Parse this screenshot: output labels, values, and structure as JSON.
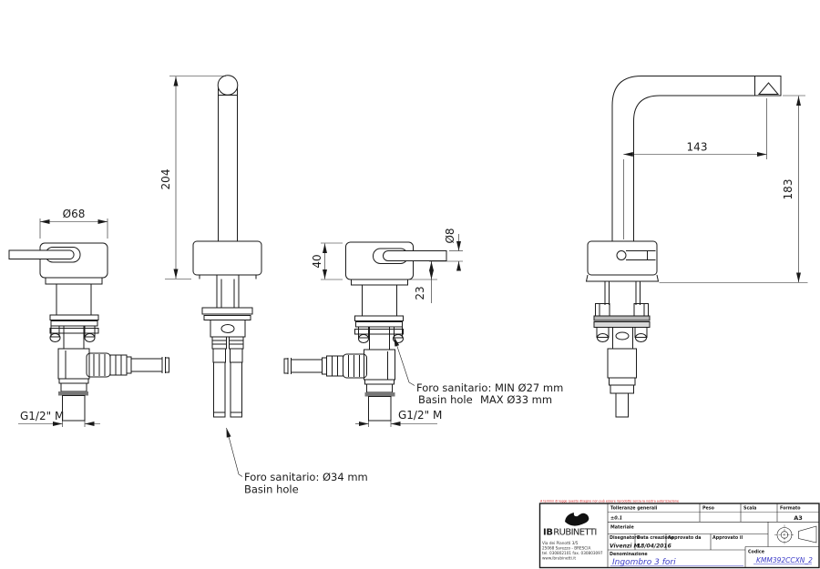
{
  "drawing": {
    "dimensions": {
      "body_diameter": "Ø68",
      "spout_height": "204",
      "body_height": "40",
      "lever_diameter": "Ø8",
      "lever_offset": "23",
      "spout_reach": "143",
      "outlet_height": "183",
      "thread_left": "G1/2\" M",
      "thread_right": "G1/2\" M"
    },
    "notes": {
      "center_hole_line1": "Foro sanitario: Ø34 mm",
      "center_hole_line2": "Basin hole",
      "side_hole_line1": "Foro sanitario: MIN Ø27 mm",
      "side_hole_line2_left": "Basin hole",
      "side_hole_line2_right": "MAX Ø33 mm"
    }
  },
  "title_block": {
    "disclaimer": "A termini di legge questo disegno non può essere riprodotto senza la nostra autorizzazione",
    "company": {
      "name_bold": "IB",
      "name_rest": "RUBINETTI",
      "address_line1": "Via dei Pianotti 3/5",
      "address_line2": "25068 Sarezzo - BRESCIA",
      "address_line3": "tel. 030802101 fax. 030803097",
      "address_line4": "www.ibrubinetti.it"
    },
    "labels": {
      "tolerances": "Tolleranze generali",
      "weight": "Peso",
      "scale": "Scala",
      "format": "Formato",
      "material": "Materiale",
      "designer": "Disegnatore",
      "creation_date": "Data creazione",
      "approved_by": "Approvato da",
      "approved_on": "Approvato il",
      "denomination": "Denominazione",
      "code": "Codice"
    },
    "values": {
      "tolerances": "±0.1",
      "format": "A3",
      "designer": "Vivenzi M.",
      "creation_date": "18/04/2016",
      "denomination": "Ingombro 3 fori",
      "code": "KMM392CCXN_2"
    }
  }
}
